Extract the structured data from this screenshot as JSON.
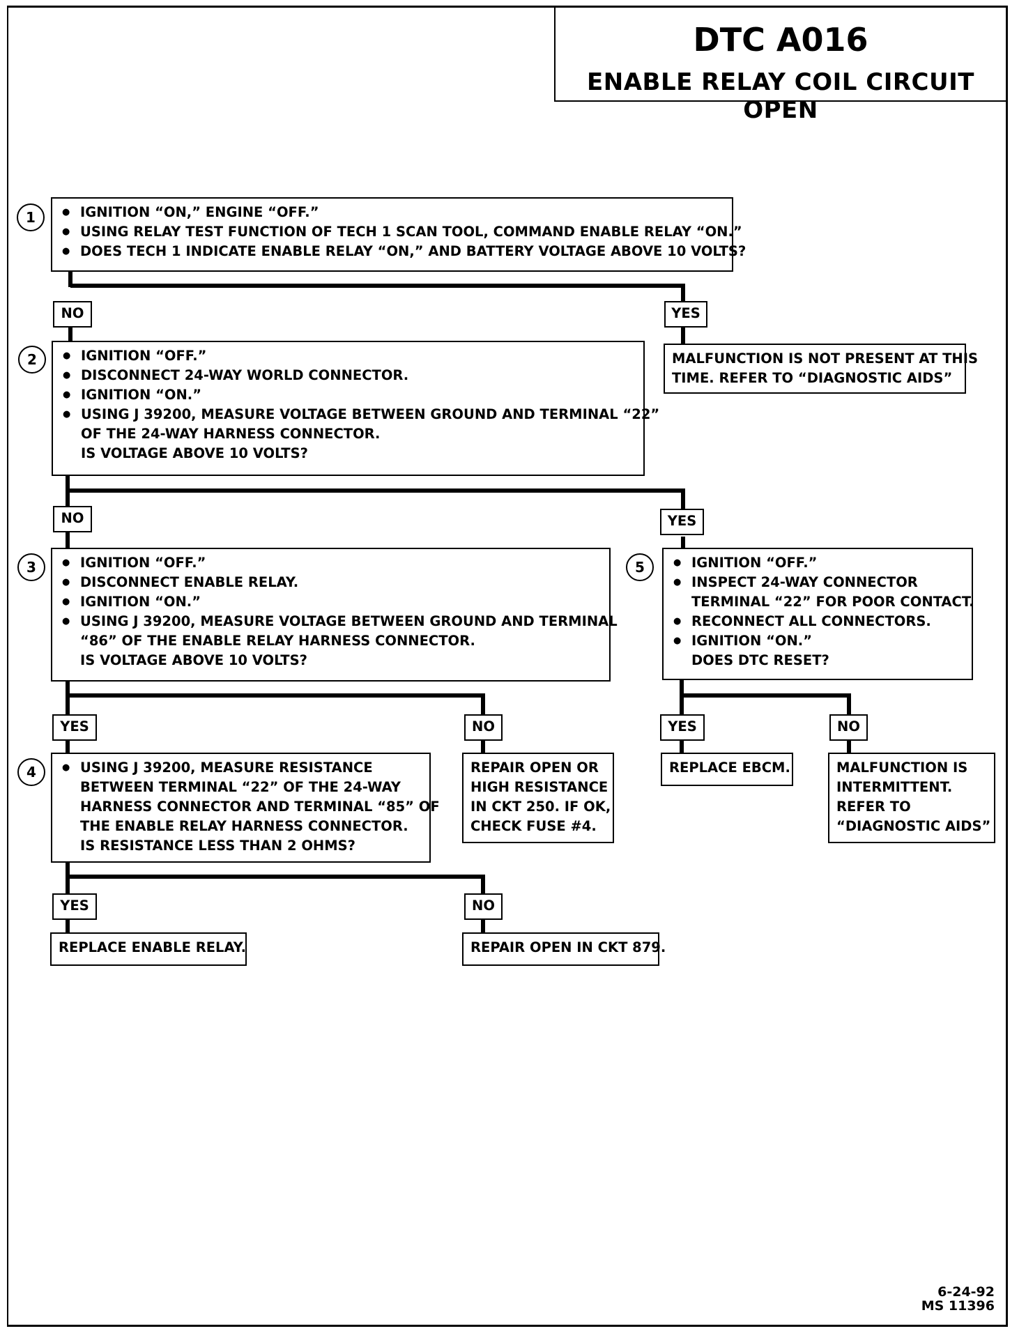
{
  "header": {
    "code": "DTC A016",
    "title": "ENABLE RELAY COIL CIRCUIT OPEN"
  },
  "steps": {
    "s1": {
      "number": "1",
      "lines": [
        "IGNITION “ON,” ENGINE “OFF.”",
        "USING RELAY TEST FUNCTION OF TECH 1 SCAN TOOL, COMMAND ENABLE RELAY “ON.”",
        "DOES TECH 1 INDICATE ENABLE RELAY “ON,” AND BATTERY VOLTAGE ABOVE 10 VOLTS?"
      ]
    },
    "s2": {
      "number": "2",
      "lines": [
        "IGNITION “OFF.”",
        "DISCONNECT 24-WAY WORLD CONNECTOR.",
        "IGNITION “ON.”",
        "USING J 39200, MEASURE VOLTAGE BETWEEN GROUND AND TERMINAL “22”",
        "OF THE 24-WAY HARNESS CONNECTOR.",
        "IS VOLTAGE ABOVE 10 VOLTS?"
      ]
    },
    "s3": {
      "number": "3",
      "lines": [
        "IGNITION “OFF.”",
        "DISCONNECT ENABLE RELAY.",
        "IGNITION “ON.”",
        "USING J 39200, MEASURE VOLTAGE BETWEEN GROUND AND TERMINAL",
        "“86” OF THE ENABLE RELAY HARNESS CONNECTOR.",
        "IS VOLTAGE ABOVE 10 VOLTS?"
      ]
    },
    "s4": {
      "number": "4",
      "lines": [
        "USING J 39200, MEASURE RESISTANCE",
        "BETWEEN TERMINAL “22” OF THE 24-WAY",
        "HARNESS CONNECTOR AND TERMINAL “85” OF",
        "THE ENABLE RELAY HARNESS CONNECTOR.",
        "IS RESISTANCE LESS THAN 2 OHMS?"
      ]
    },
    "s5": {
      "number": "5",
      "lines": [
        "IGNITION “OFF.”",
        "INSPECT 24-WAY CONNECTOR",
        "TERMINAL “22” FOR POOR CONTACT.",
        "RECONNECT ALL CONNECTORS.",
        "IGNITION “ON.”",
        "DOES DTC RESET?"
      ]
    }
  },
  "results": {
    "r1_yes": [
      "MALFUNCTION IS NOT PRESENT AT THIS",
      "TIME.  REFER TO “DIAGNOSTIC AIDS”"
    ],
    "r3_no": [
      "REPAIR OPEN OR",
      "HIGH RESISTANCE",
      "IN CKT 250.  IF OK,",
      "CHECK FUSE #4."
    ],
    "r4_yes": [
      "REPLACE ENABLE RELAY."
    ],
    "r4_no": [
      "REPAIR OPEN IN CKT 879."
    ],
    "r5_yes": [
      "REPLACE EBCM."
    ],
    "r5_no": [
      "MALFUNCTION IS",
      "INTERMITTENT.",
      "REFER TO",
      "“DIAGNOSTIC AIDS”"
    ]
  },
  "labels": {
    "yes": "YES",
    "no": "NO"
  },
  "footer": {
    "date": "6-24-92",
    "ref": "MS 11396"
  }
}
